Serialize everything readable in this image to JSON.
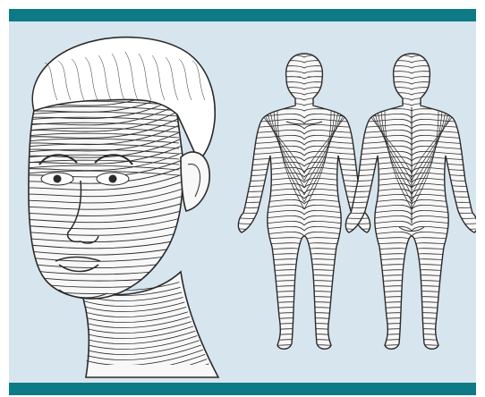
{
  "figure": {
    "colors": {
      "band": "#0d7a86",
      "panel": "#d7e5ee",
      "ink": "#2a2a2a",
      "skin": "#f7f8f7"
    },
    "subjects": [
      {
        "name": "head-three-quarter-view",
        "icon": "head-illustration"
      },
      {
        "name": "full-body-front-view",
        "icon": "body-front-illustration"
      },
      {
        "name": "full-body-back-view",
        "icon": "body-back-illustration"
      }
    ]
  }
}
